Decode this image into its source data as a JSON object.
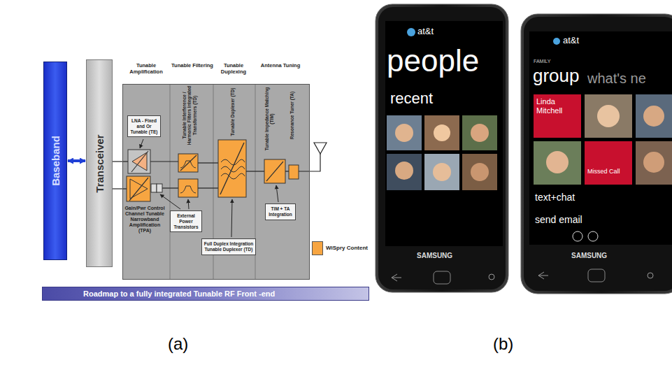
{
  "diagram": {
    "nodes": [
      {
        "text": [
          "Baseband"
        ]
      },
      {
        "text": [
          "Transceiver"
        ]
      },
      {
        "text": [
          "Tunable Amplification",
          "Tunable Filtering",
          "Tunable Duplexing",
          "Antenna Tuning"
        ]
      },
      {
        "text": [
          "LNA - Fixed and Or Tunable (TE)"
        ],
        "in": 2
      },
      {
        "text": [
          "External Power Transistors"
        ],
        "in": 2
      },
      {
        "text": [
          "Full Duplex Integration Tunable Duplexer (TD)"
        ],
        "in": 2
      },
      {
        "text": [
          "TIM + TA Integration"
        ],
        "in": 2
      },
      {
        "text": [
          "Roadmap to a fully integrated Tunable RF Front -end"
        ]
      }
    ],
    "edges": [
      {
        "from": 0,
        "to": 1,
        "arrow": "both"
      }
    ],
    "labels": [
      "Gain/Pwr Control Channel Tunable Narrowband Amplification (TPA)",
      "Tunable Interference / Harmonic Filters Integrated Transformers (TD)",
      "Tunable Duplexer (TD)",
      "Tunable Impedance Matching (TIM)",
      "Resonance Tuner (TA)",
      "(a)",
      "(b)",
      "at&t",
      "people",
      "recent",
      "SAMSUNG",
      "at&t",
      "FAMILY",
      "group",
      "what's ne",
      "Linda Mitchell",
      "Missed Call",
      "text+chat",
      "send email",
      "SAMSUNG"
    ],
    "legend": [
      {
        "text": "WiSpry Content",
        "color": "#f7a541"
      }
    ]
  }
}
